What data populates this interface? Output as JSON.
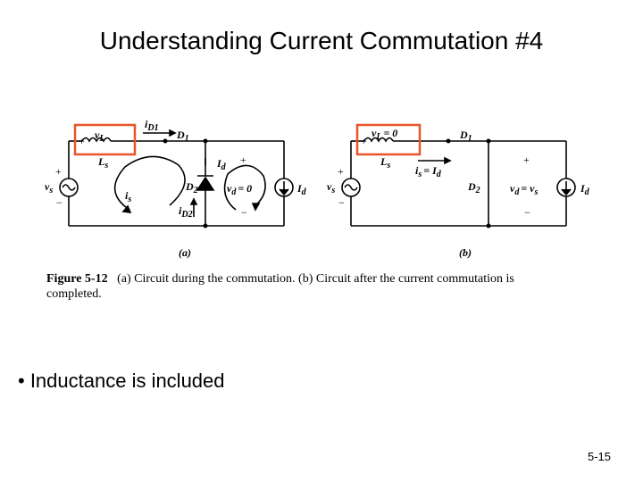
{
  "slide": {
    "title": "Understanding Current Commutation #4",
    "bullet": "• Inductance is included",
    "page_number": "5-15"
  },
  "figure": {
    "caption_label": "Figure 5-12",
    "caption_text": "(a) Circuit during the commutation. (b) Circuit after the current commutation is completed.",
    "highlight_color": "#e8542c",
    "panel_a": {
      "label": "(a)",
      "vL": "v",
      "vL_sub": "L",
      "Ls": "L",
      "Ls_sub": "s",
      "iD1": "i",
      "iD1_sub": "D1",
      "D1": "D",
      "D1_sub": "1",
      "D2": "D",
      "D2_sub": "2",
      "iD2": "i",
      "iD2_sub": "D2",
      "is": "i",
      "is_sub": "s",
      "vs": "v",
      "vs_sub": "s",
      "Id": "I",
      "Id_sub": "d",
      "vd": "v",
      "vd_sub": "d",
      "vd_eq": "= 0",
      "Id_right": "I",
      "Id_right_sub": "d"
    },
    "panel_b": {
      "label": "(b)",
      "vL": "v",
      "vL_sub": "L",
      "vL_eq": "= 0",
      "Ls": "L",
      "Ls_sub": "s",
      "is_eq_Id_i": "i",
      "is_eq_Id_sub1": "s",
      "is_eq_Id_eq": "= I",
      "is_eq_Id_sub2": "d",
      "D1": "D",
      "D1_sub": "1",
      "D2": "D",
      "D2_sub": "2",
      "vs": "v",
      "vs_sub": "s",
      "vd": "v",
      "vd_sub": "d",
      "vd_eq": "= v",
      "vd_eq_sub": "s",
      "Id_right": "I",
      "Id_right_sub": "d"
    }
  }
}
